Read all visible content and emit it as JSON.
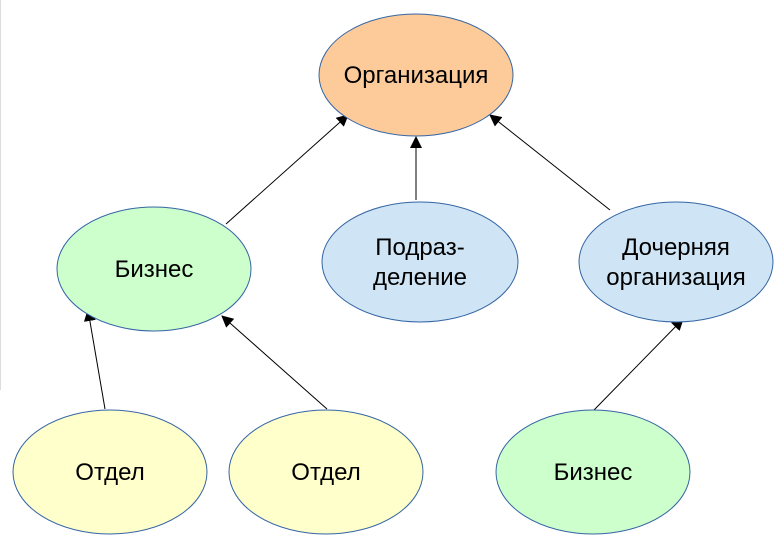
{
  "nodes": {
    "org": {
      "lines": [
        "Организация"
      ],
      "fill": "#fdca9a"
    },
    "biz1": {
      "lines": [
        "Бизнес"
      ],
      "fill": "#ccffcc"
    },
    "div": {
      "lines": [
        "Подраз-",
        "деление"
      ],
      "fill": "#cfe5f5"
    },
    "sub": {
      "lines": [
        "Дочерняя",
        "организация"
      ],
      "fill": "#cfe5f5"
    },
    "dep1": {
      "lines": [
        "Отдел"
      ],
      "fill": "#ffffcc"
    },
    "dep2": {
      "lines": [
        "Отдел"
      ],
      "fill": "#ffffcc"
    },
    "biz2": {
      "lines": [
        "Бизнес"
      ],
      "fill": "#ccffcc"
    }
  },
  "edges": [
    {
      "from": "biz1",
      "to": "org"
    },
    {
      "from": "div",
      "to": "org"
    },
    {
      "from": "sub",
      "to": "org"
    },
    {
      "from": "dep1",
      "to": "biz1"
    },
    {
      "from": "dep2",
      "to": "biz1"
    },
    {
      "from": "biz2",
      "to": "sub"
    }
  ],
  "stroke": "#3465a4"
}
